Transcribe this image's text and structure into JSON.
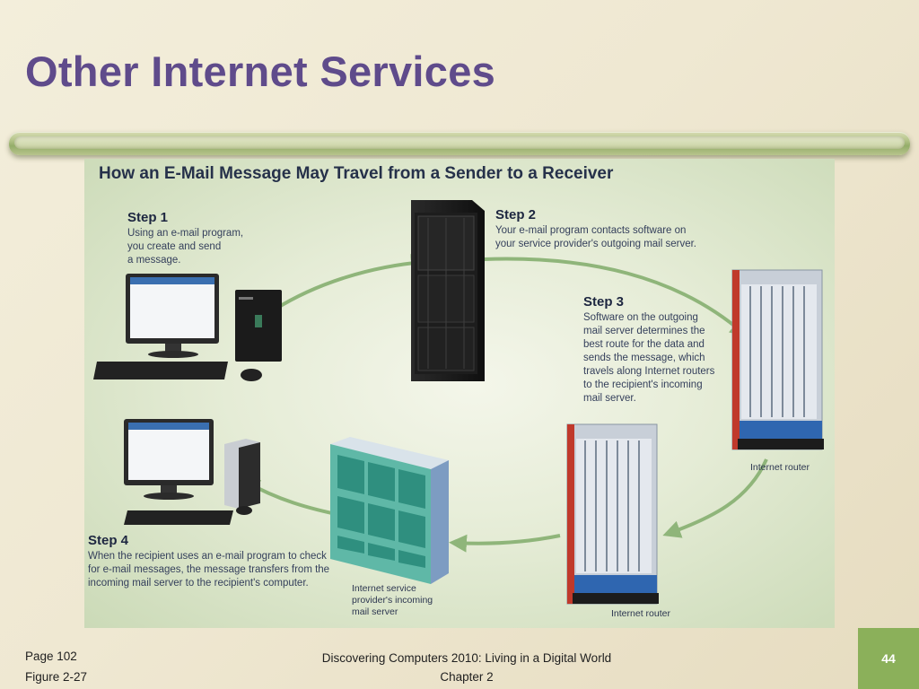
{
  "slide": {
    "title": "Other Internet Services"
  },
  "figure": {
    "title": "How an E-Mail Message May Travel from a Sender to a Receiver",
    "steps": [
      {
        "heading": "Step 1",
        "lines": [
          "Using an e-mail program,",
          "you create and send",
          "a message."
        ]
      },
      {
        "heading": "Step 2",
        "lines": [
          "Your e-mail program contacts software on",
          "your service provider's outgoing mail server."
        ]
      },
      {
        "heading": "Step 3",
        "lines": [
          "Software on the outgoing",
          "mail server determines the",
          "best route for the data and",
          "sends the message, which",
          "travels along Internet routers",
          "to the recipient's incoming",
          "mail server."
        ]
      },
      {
        "heading": "Step 4",
        "lines": [
          "When the recipient uses an e-mail program to check",
          "for e-mail messages, the message transfers from the",
          "incoming mail server to the recipient's computer."
        ]
      }
    ],
    "labels": {
      "router_top": "Internet router",
      "router_bottom": "Internet router",
      "incoming_server": [
        "Internet service",
        "provider's incoming",
        "mail server"
      ]
    }
  },
  "footer": {
    "page_ref": "Page 102",
    "figure_ref": "Figure 2-27",
    "book_title": "Discovering Computers 2010: Living in a Digital World",
    "chapter": "Chapter 2",
    "page_number": "44"
  },
  "colors": {
    "title": "#5f4b8b",
    "bar": "#94ad69",
    "page_box": "#8bb05a",
    "arrow": "#8fb57a"
  }
}
